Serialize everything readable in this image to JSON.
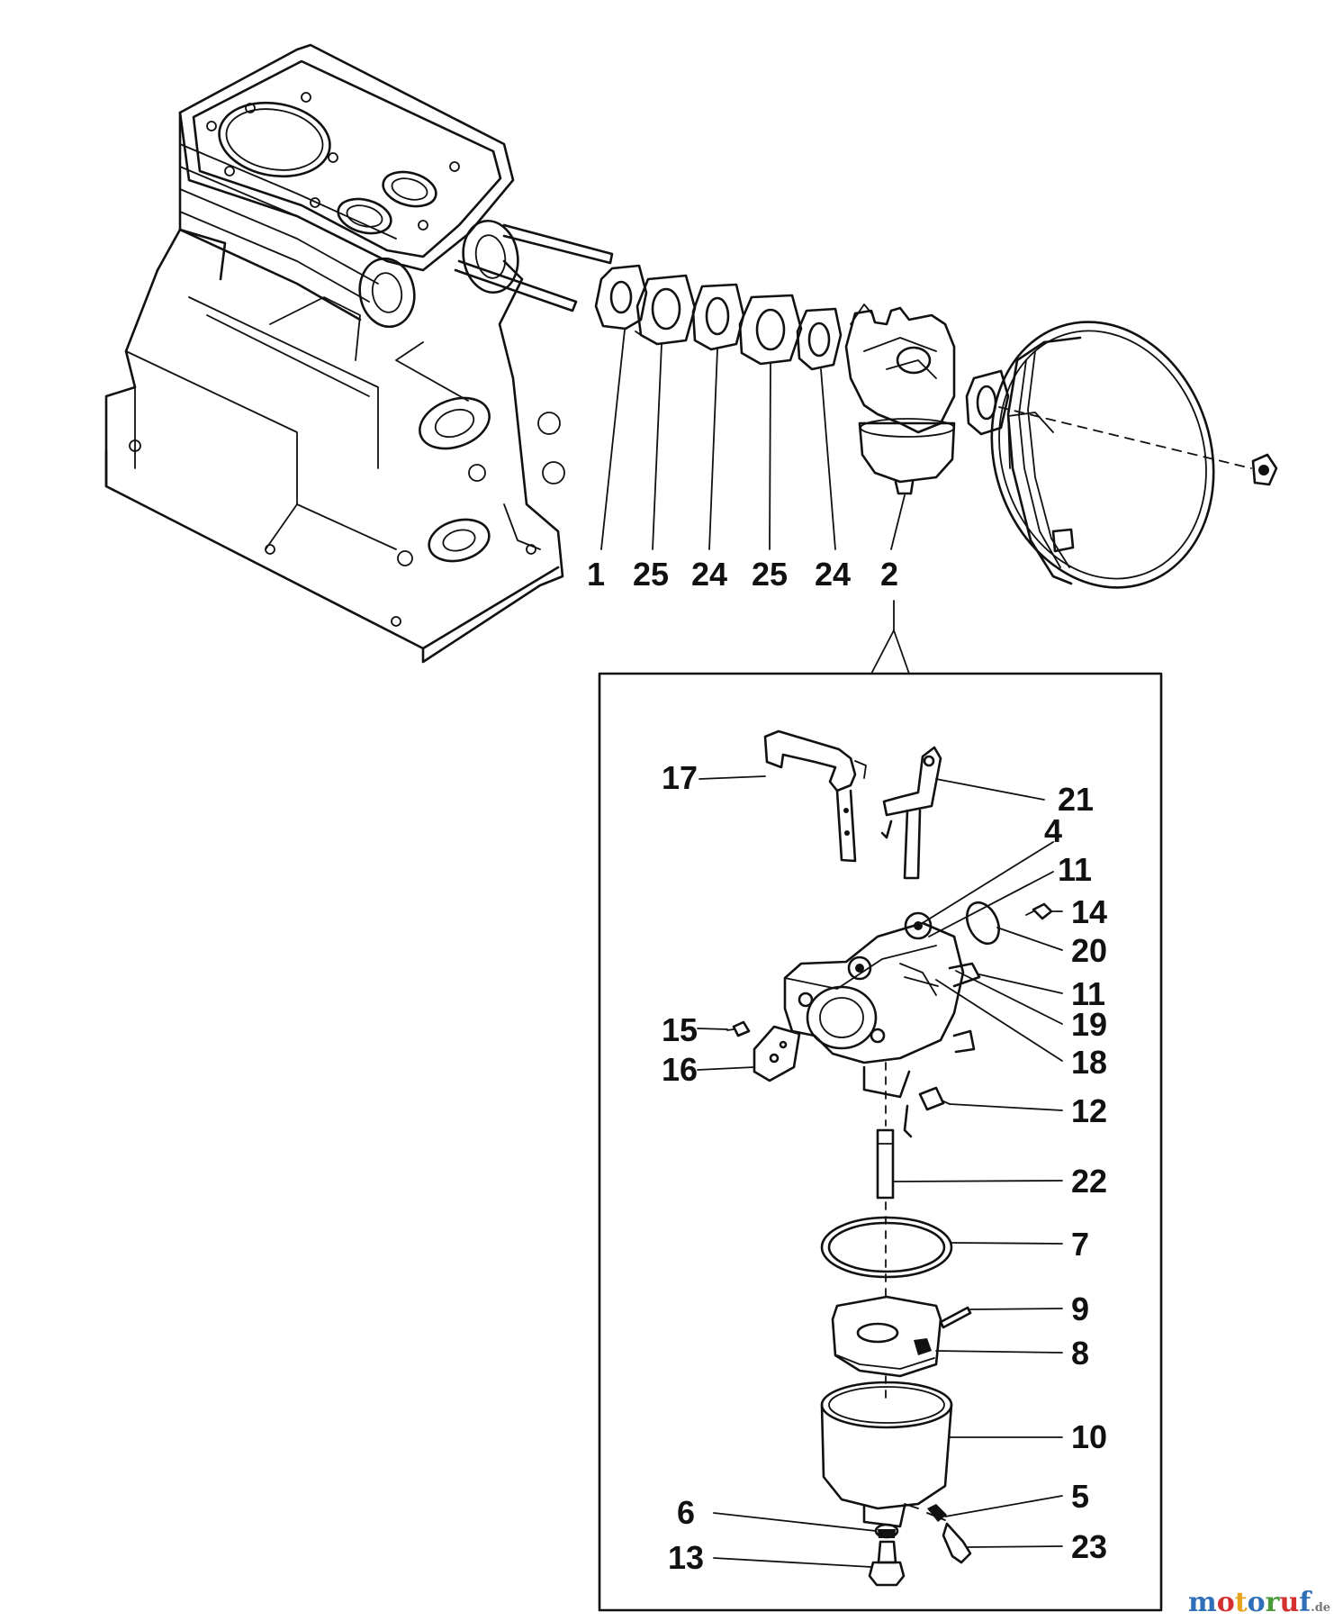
{
  "callouts": {
    "upper": [
      "1",
      "25",
      "24",
      "25",
      "24",
      "2"
    ],
    "inset": {
      "p17": "17",
      "p21": "21",
      "p4": "4",
      "p11a": "11",
      "p14": "14",
      "p20": "20",
      "p11b": "11",
      "p19": "19",
      "p15": "15",
      "p18": "18",
      "p16": "16",
      "p12": "12",
      "p22": "22",
      "p7": "7",
      "p9": "9",
      "p8": "8",
      "p10": "10",
      "p5": "5",
      "p6": "6",
      "p23": "23",
      "p13": "13"
    }
  },
  "watermark": {
    "text": "motoruf",
    "suffix": ".de"
  },
  "colors": {
    "ink": "#111111",
    "background": "#ffffff",
    "watermark_letters": [
      "#2e6fb7",
      "#d3302f",
      "#e8a21c",
      "#2e6fb7",
      "#4a9a3a",
      "#d3302f",
      "#2e6fb7"
    ]
  }
}
